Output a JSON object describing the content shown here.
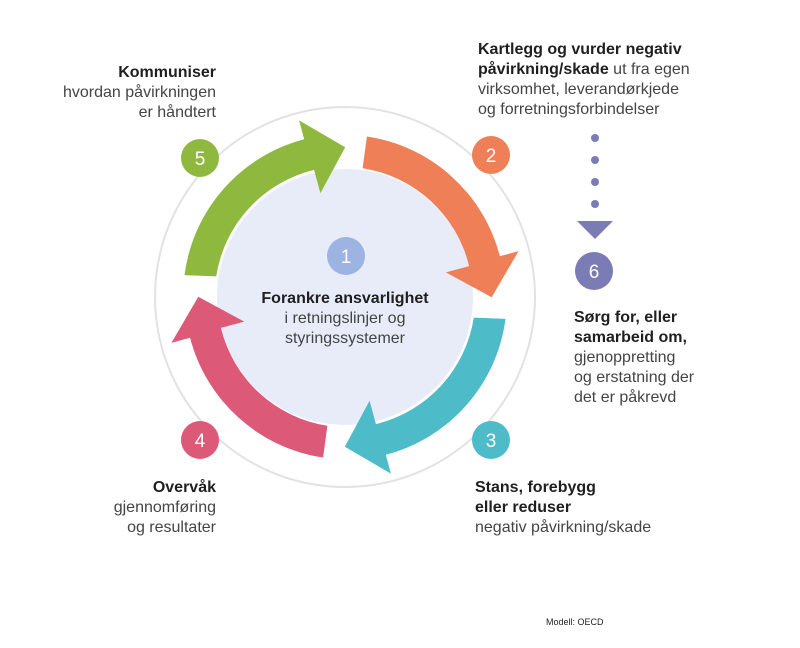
{
  "center": {
    "number": "1",
    "title": "Forankre ansvarlighet",
    "line2": "i retningslinjer og",
    "line3": "styringssystemer"
  },
  "steps": [
    {
      "number": "2",
      "bold1": "Kartlegg og vurder negativ",
      "bold2": "påvirkning/skade",
      "rest2": " ut fra egen",
      "line3": "virksomhet, leverandørkjede",
      "line4": "og forretningsforbindelser"
    },
    {
      "number": "3",
      "bold1": "Stans, forebygg",
      "bold2": "eller reduser",
      "line3": "negativ påvirkning/skade"
    },
    {
      "number": "4",
      "bold1": "Overvåk",
      "line2": "gjennomføring",
      "line3": "og resultater"
    },
    {
      "number": "5",
      "bold1": "Kommuniser",
      "line2": "hvordan påvirkningen",
      "line3": "er håndtert"
    },
    {
      "number": "6",
      "bold1": "Sørg for, eller",
      "bold2": "samarbeid om,",
      "line3": "gjenoppretting",
      "line4": "og erstatning der",
      "line5": "det er påkrevd"
    }
  ],
  "credit": "Modell: OECD",
  "colors": {
    "orange": "#ee7f57",
    "teal": "#4dbbc8",
    "pink": "#dc5a78",
    "green": "#8fb93e",
    "purple": "#7b7bb5",
    "center_fill": "#e7ecf8",
    "ring": "#e1e2e4"
  }
}
